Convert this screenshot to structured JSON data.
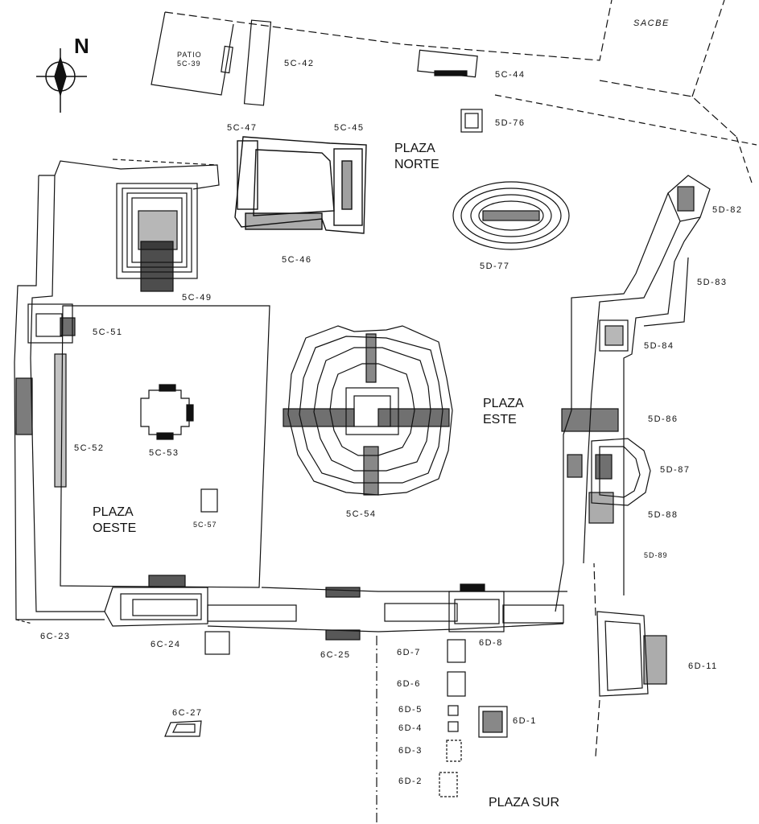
{
  "compass": {
    "letter": "N",
    "icon": "north-arrow-icon"
  },
  "plazas": {
    "norte": [
      "PLAZA",
      "NORTE"
    ],
    "este": [
      "PLAZA",
      "ESTE"
    ],
    "oeste": [
      "PLAZA",
      "OESTE"
    ],
    "sur": "PLAZA SUR"
  },
  "labels": {
    "sacbe": "SACBE",
    "patio_title": "PATIO",
    "s5c39": "5C-39",
    "s5c42": "5C-42",
    "s5c44": "5C-44",
    "s5d76": "5D-76",
    "s5c47": "5C-47",
    "s5c45": "5C-45",
    "s5c46": "5C-46",
    "s5d77": "5D-77",
    "s5d82": "5D-82",
    "s5d83": "5D-83",
    "s5c49": "5C-49",
    "s5c51": "5C-51",
    "s5d84": "5D-84",
    "s5d86": "5D-86",
    "s5d87": "5D-87",
    "s5d88": "5D-88",
    "s5d89": "5D-89",
    "s5c52": "5C-52",
    "s5c53": "5C-53",
    "s5c54": "5C-54",
    "s5c57": "5C-57",
    "s6c23": "6C-23",
    "s6c24": "6C-24",
    "s6c25": "6C-25",
    "s6d8": "6D-8",
    "s6d7": "6D-7",
    "s6d6": "6D-6",
    "s6d5": "6D-5",
    "s6d4": "6D-4",
    "s6d3": "6D-3",
    "s6d2": "6D-2",
    "s6d1": "6D-1",
    "s6d11": "6D-11",
    "s6c27": "6C-27"
  }
}
